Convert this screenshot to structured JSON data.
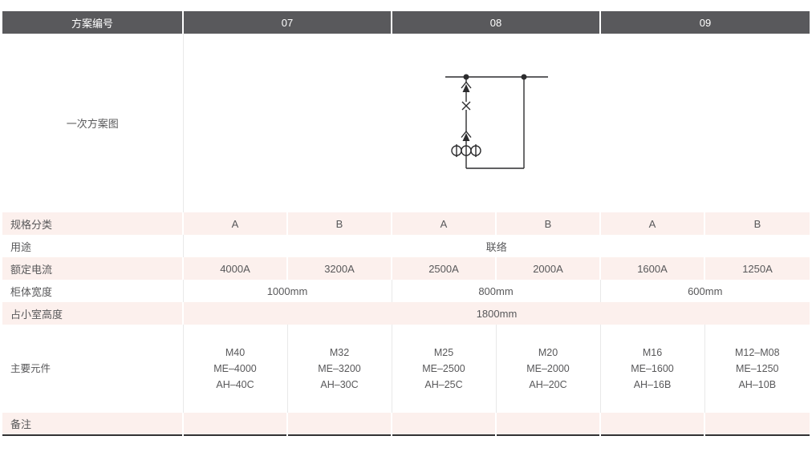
{
  "colors": {
    "header_bg": "#59595c",
    "header_text": "#ffffff",
    "row_pink": "#fcf0ed",
    "row_white": "#ffffff",
    "text": "#58585a",
    "cell_separator": "#e9e9e9",
    "table_bottom_border": "#323234",
    "diagram_stroke": "#2c2c2e"
  },
  "header": {
    "scheme_label": "方案编号",
    "columns": [
      "07",
      "08",
      "09"
    ]
  },
  "rows": {
    "diagram": {
      "label": "一次方案图",
      "diagram_icon": "busbar-tie-breaker-single-line-diagram"
    },
    "spec_class": {
      "label": "规格分类",
      "values": [
        "A",
        "B",
        "A",
        "B",
        "A",
        "B"
      ]
    },
    "usage": {
      "label": "用途",
      "value": "联络"
    },
    "rated_current": {
      "label": "额定电流",
      "values": [
        "4000A",
        "3200A",
        "2500A",
        "2000A",
        "1600A",
        "1250A"
      ]
    },
    "cabinet_width": {
      "label": "柜体宽度",
      "values": [
        "1000mm",
        "800mm",
        "600mm"
      ]
    },
    "room_height": {
      "label": "占小室高度",
      "value": "1800mm"
    },
    "main_components": {
      "label": "主要元件",
      "values": [
        "M40\nME–4000\nAH–40C",
        "M32\nME–3200\nAH–30C",
        "M25\nME–2500\nAH–25C",
        "M20\nME–2000\nAH–20C",
        "M16\nME–1600\nAH–16B",
        "M12–M08\nME–1250\nAH–10B"
      ]
    },
    "remarks": {
      "label": "备注",
      "values": [
        "",
        "",
        "",
        "",
        "",
        ""
      ]
    }
  }
}
